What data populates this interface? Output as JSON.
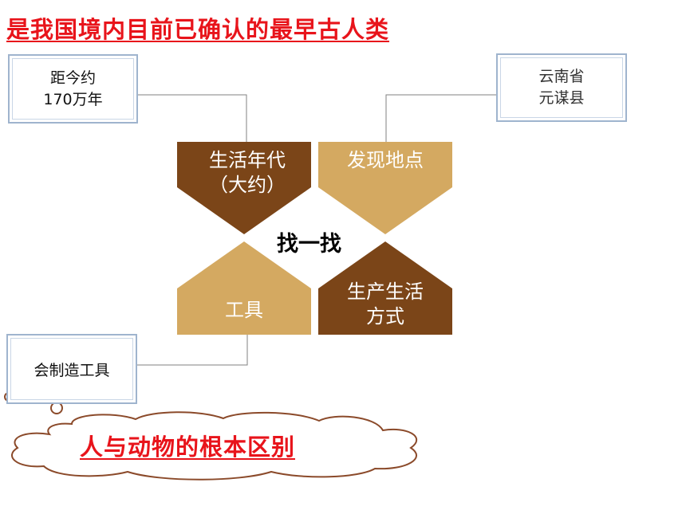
{
  "title": "是我国境内目前已确认的最早古人类",
  "center_label": "找一找",
  "quadrants": {
    "era": {
      "line1": "生活年代",
      "line2": "（大约）",
      "color": "#7b4518"
    },
    "location": {
      "line1": "发现地点",
      "color": "#d4a961"
    },
    "tools": {
      "line1": "工具",
      "color": "#d4a961"
    },
    "lifestyle": {
      "line1": "生产生活",
      "line2": "方式",
      "color": "#7b4518"
    }
  },
  "callouts": {
    "era": {
      "line1": "距今约",
      "line2": "170万年"
    },
    "location": {
      "line1": "云南省",
      "line2": "元谋县"
    },
    "tools": {
      "line1": "会制造工具"
    }
  },
  "cloud": {
    "text": "人与动物的根本区别"
  }
}
